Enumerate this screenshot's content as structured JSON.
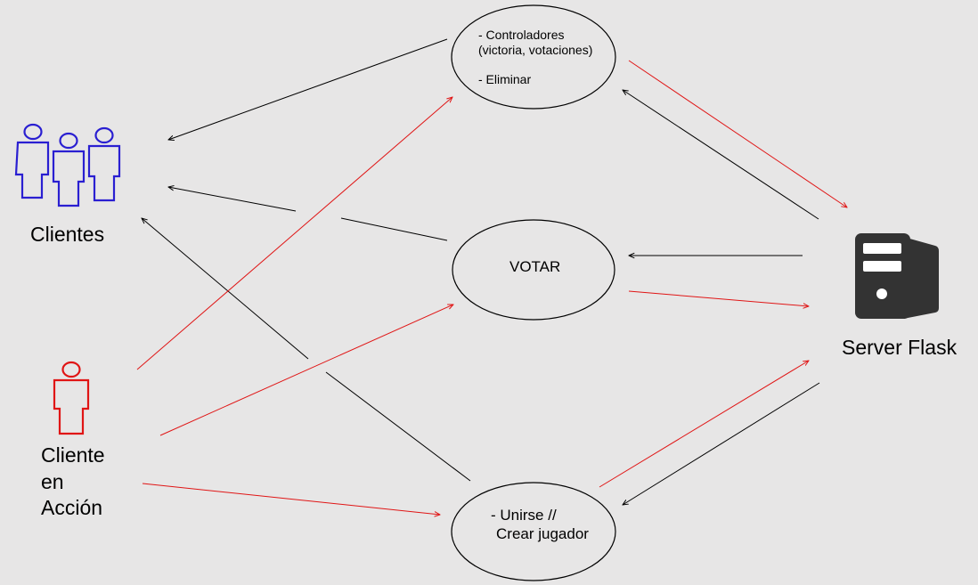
{
  "nodes": {
    "clientes": {
      "label": "Clientes",
      "color": "#2a1fd1"
    },
    "cliente_accion": {
      "lines": [
        "Cliente",
        "en",
        "Acción"
      ],
      "color": "#e01515"
    },
    "server": {
      "label": "Server Flask",
      "color": "#333333"
    },
    "controladores": {
      "lines": [
        "- Controladores",
        "(victoria, votaciones)",
        "",
        "- Eliminar"
      ]
    },
    "votar": {
      "label": "VOTAR"
    },
    "unirse": {
      "lines": [
        "- Unirse //",
        "Crear jugador"
      ]
    }
  },
  "colors": {
    "request": "#e01515",
    "response": "#000000",
    "background": "#e7e6e6"
  }
}
